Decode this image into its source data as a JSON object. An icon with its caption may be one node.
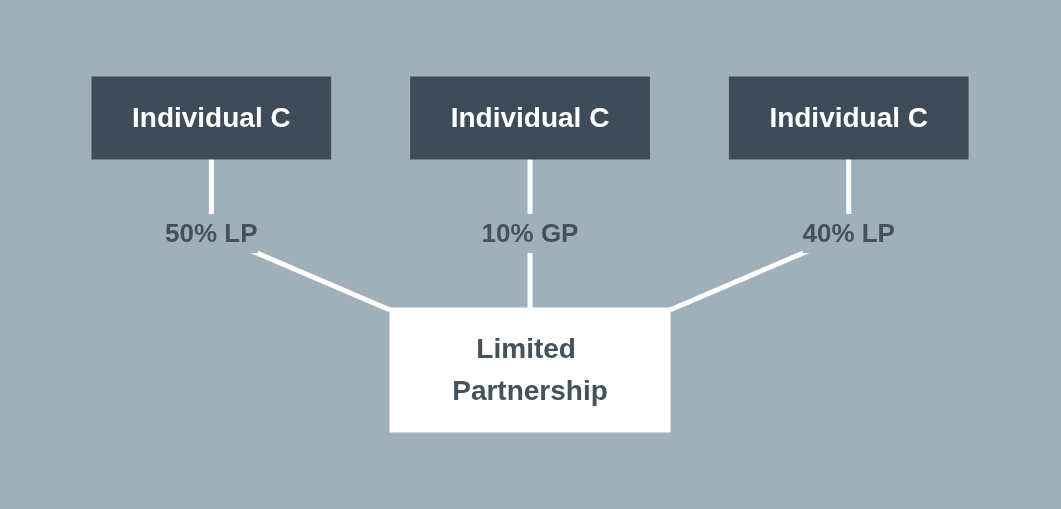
{
  "diagram": {
    "nodes": [
      {
        "text": [
          "Individual C"
        ]
      },
      {
        "text": [
          "Individual C"
        ]
      },
      {
        "text": [
          "Individual C"
        ]
      },
      {
        "text": [
          "Limited Partnership"
        ]
      }
    ],
    "edges": [
      {
        "from": 0,
        "to": 3,
        "arrow": "none",
        "label": "50% LP"
      },
      {
        "from": 1,
        "to": 3,
        "arrow": "none",
        "label": "10% GP"
      },
      {
        "from": 2,
        "to": 3,
        "arrow": "none",
        "label": "40% LP"
      }
    ]
  }
}
